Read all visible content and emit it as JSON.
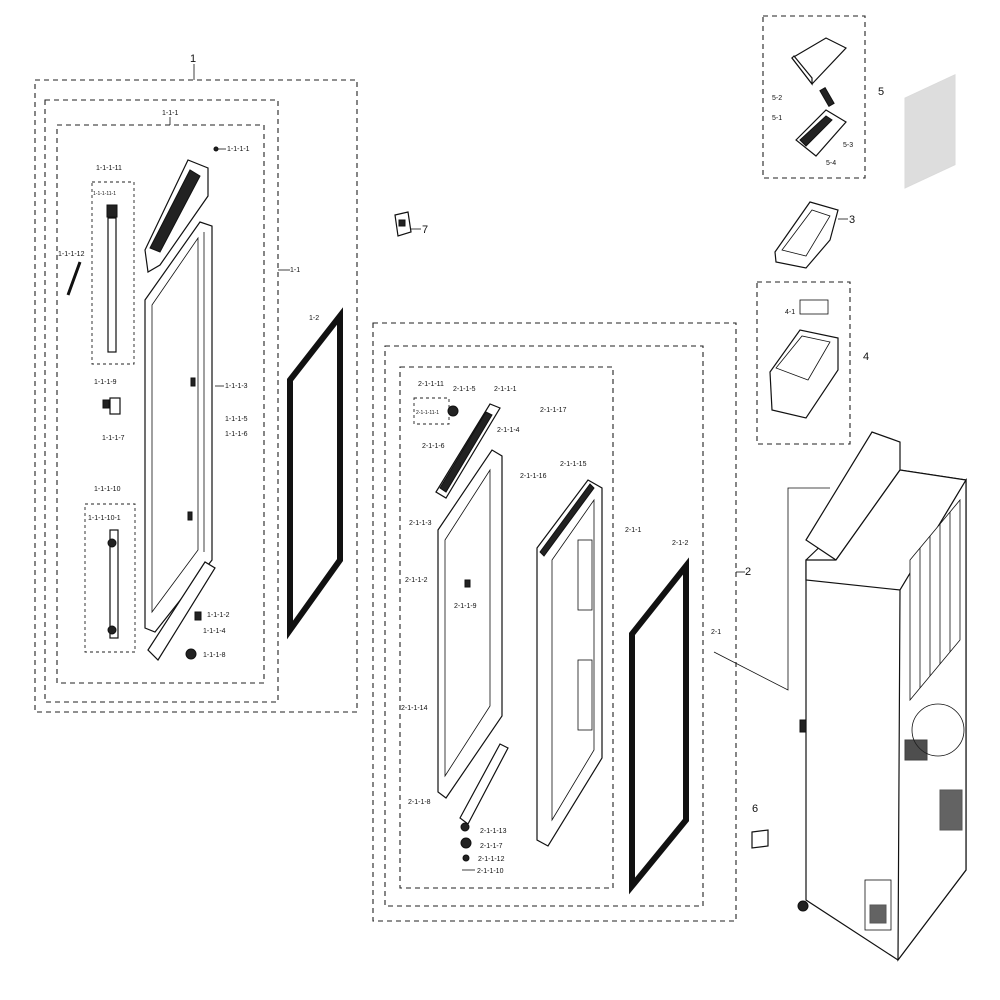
{
  "callouts": {
    "c1": "1",
    "c1_1": "1-1",
    "c1_1_1": "1-1-1",
    "c1_1_1_1": "1-1-1-1",
    "c1_1_1_11": "1-1-1-11",
    "c1_1_1_11_1": "1-1-1-11-1",
    "c1_1_1_12": "1-1-1-12",
    "c1_1_1_3": "1-1-1-3",
    "c1_1_1_5": "1-1-1-5",
    "c1_1_1_6": "1-1-1-6",
    "c1_1_1_9": "1-1-1-9",
    "c1_1_1_7": "1-1-1-7",
    "c1_1_1_10": "1-1-1-10",
    "c1_1_1_10_1": "1-1-1-10-1",
    "c1_1_1_2": "1-1-1-2",
    "c1_1_1_4": "1-1-1-4",
    "c1_1_1_8": "1-1-1-8",
    "c1_2": "1-2",
    "c2": "2",
    "c2_1": "2-1",
    "c2_1_1": "2-1-1",
    "c2_1_2": "2-1-2",
    "c2_1_1_1": "2-1-1-1",
    "c2_1_1_11": "2-1-1-11",
    "c2_1_1_11_1": "2-1-1-11-1",
    "c2_1_1_5": "2-1-1-5",
    "c2_1_1_4": "2-1-1-4",
    "c2_1_1_17": "2-1-1-17",
    "c2_1_1_6": "2-1-1-6",
    "c2_1_1_16": "2-1-1-16",
    "c2_1_1_15": "2-1-1-15",
    "c2_1_1_3": "2-1-1-3",
    "c2_1_1_2": "2-1-1-2",
    "c2_1_1_9": "2-1-1-9",
    "c2_1_1_14": "2-1-1-14",
    "c2_1_1_8": "2-1-1-8",
    "c2_1_1_13": "2-1-1-13",
    "c2_1_1_7": "2-1-1-7",
    "c2_1_1_12": "2-1-1-12",
    "c2_1_1_10": "2-1-1-10",
    "c3": "3",
    "c4": "4",
    "c4_1": "4-1",
    "c5": "5",
    "c5_1": "5-1",
    "c5_2": "5-2",
    "c5_3": "5-3",
    "c5_4": "5-4",
    "c6": "6",
    "c7": "7"
  }
}
